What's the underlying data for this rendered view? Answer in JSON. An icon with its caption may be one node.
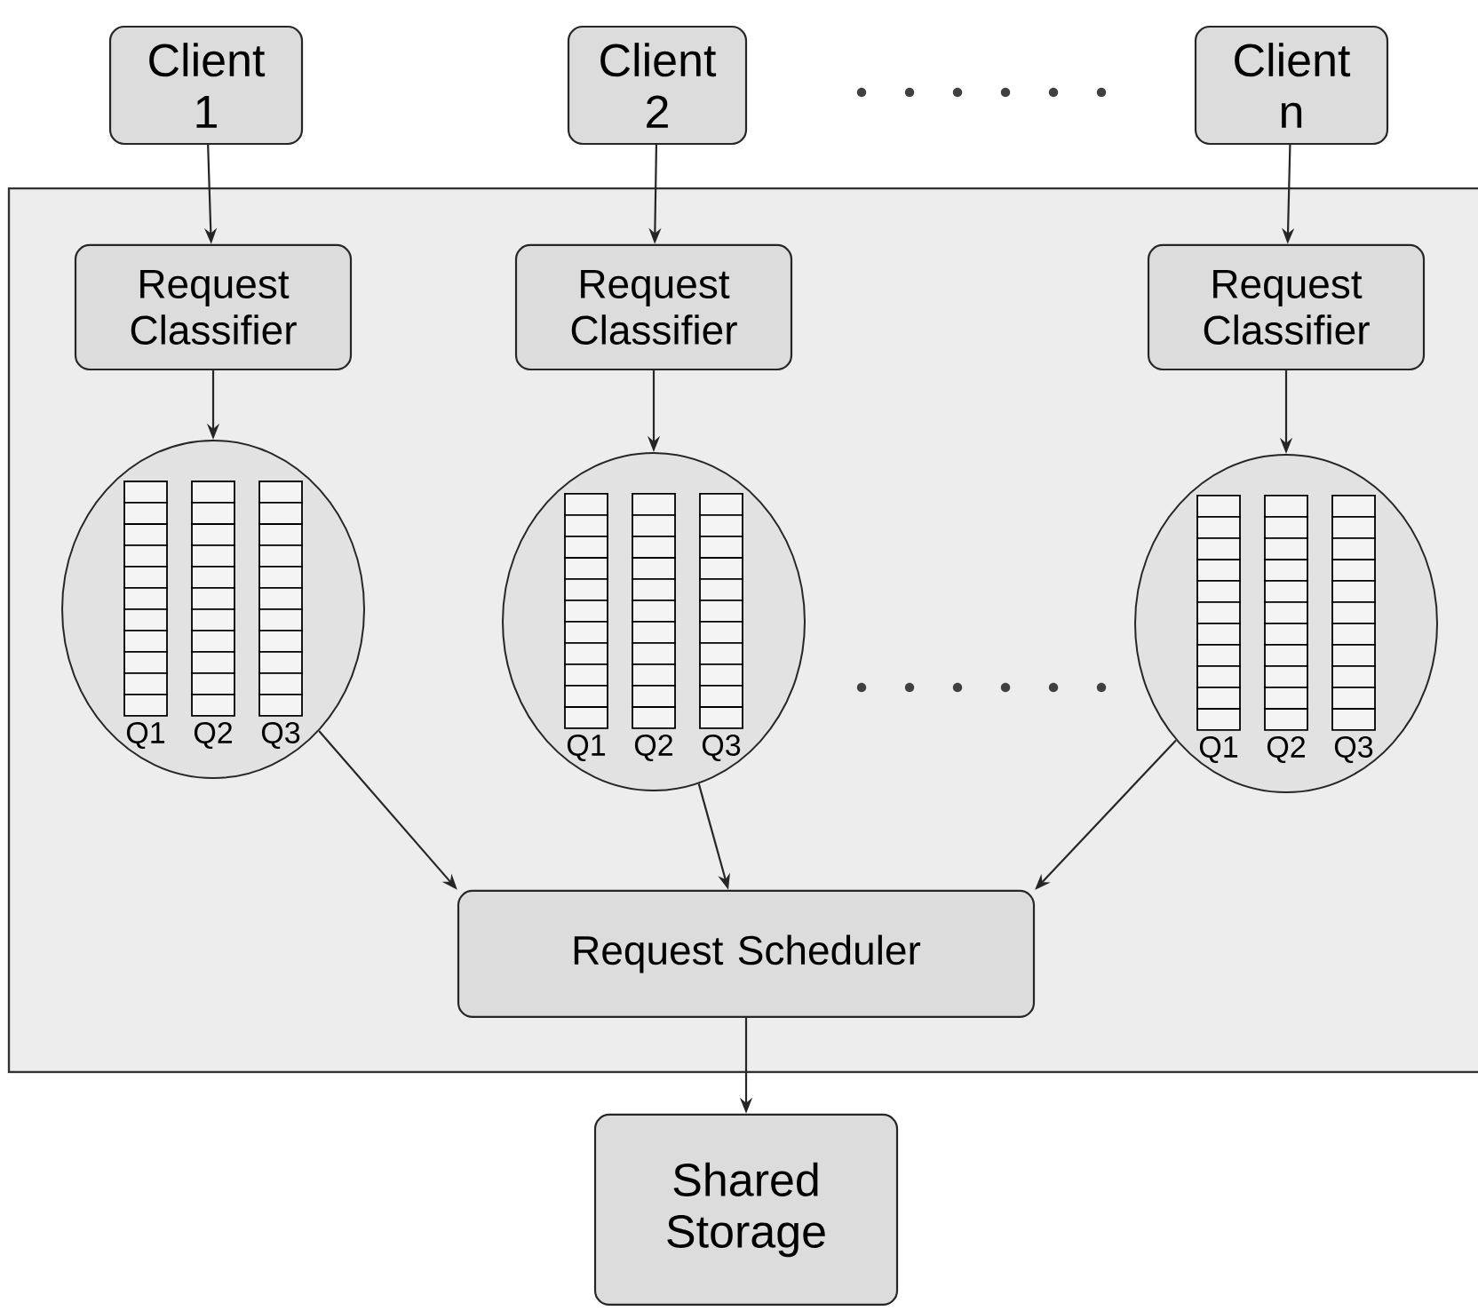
{
  "diagram": {
    "nodes": [
      {
        "text": [
          "Client 1"
        ]
      },
      {
        "text": [
          "Client 2"
        ]
      },
      {
        "text": [
          "Client n"
        ]
      },
      {
        "text": [],
        "shape": "box"
      },
      {
        "text": [
          "Request Classifier"
        ],
        "in": 3
      },
      {
        "text": [
          "Request Classifier"
        ],
        "in": 3
      },
      {
        "text": [
          "Request Classifier"
        ],
        "in": 3
      },
      {
        "text": [
          "Q1",
          "Q2",
          "Q3"
        ],
        "in": 3
      },
      {
        "text": [
          "Q1",
          "Q2",
          "Q3"
        ],
        "in": 3
      },
      {
        "text": [
          "Q1",
          "Q2",
          "Q3"
        ],
        "in": 3
      },
      {
        "text": [
          "Request Scheduler"
        ],
        "in": 3
      },
      {
        "text": [
          "Shared Storage"
        ]
      }
    ],
    "edges": [
      {
        "from": 0,
        "to": 4,
        "arrow": "to"
      },
      {
        "from": 1,
        "to": 5,
        "arrow": "to"
      },
      {
        "from": 2,
        "to": 6,
        "arrow": "to"
      },
      {
        "from": 4,
        "to": 7,
        "arrow": "to"
      },
      {
        "from": 5,
        "to": 8,
        "arrow": "to"
      },
      {
        "from": 6,
        "to": 9,
        "arrow": "to"
      },
      {
        "from": 7,
        "to": 10,
        "arrow": "to"
      },
      {
        "from": 8,
        "to": 10,
        "arrow": "to"
      },
      {
        "from": 9,
        "to": 10,
        "arrow": "to"
      },
      {
        "from": 10,
        "to": 11,
        "arrow": "to"
      }
    ]
  }
}
